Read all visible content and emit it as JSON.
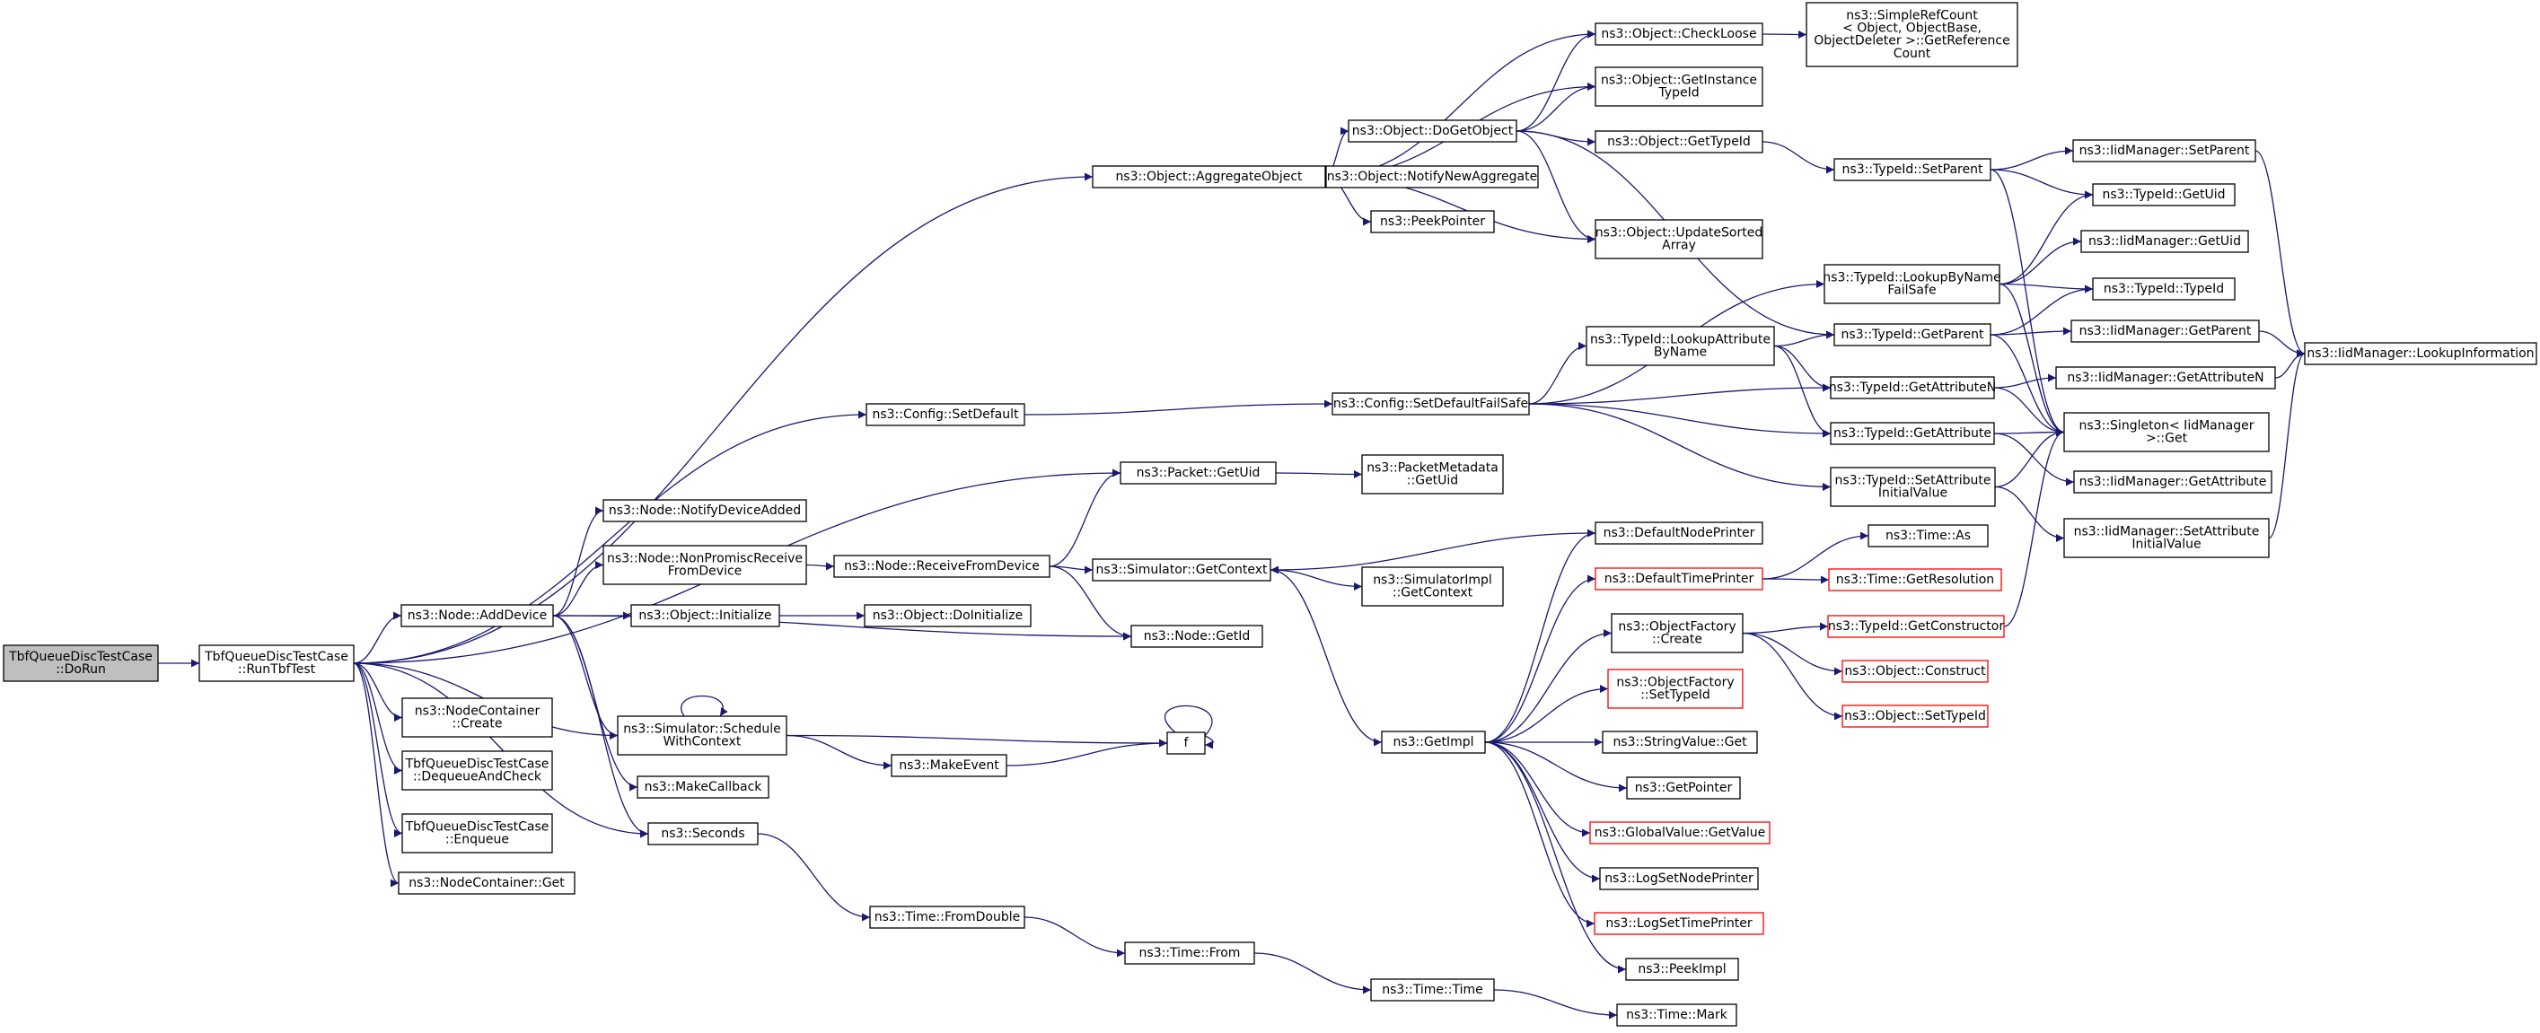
{
  "colors": {
    "edge": "#191970",
    "node_border": "#000000",
    "node_border_unresolved": "#ff0000",
    "root_fill": "#bfbfbf",
    "node_fill": "#ffffff"
  },
  "nodes": [
    {
      "id": "n0",
      "lines": [
        "TbfQueueDiscTestCase",
        "::DoRun"
      ],
      "style": "root"
    },
    {
      "id": "n1",
      "lines": [
        "TbfQueueDiscTestCase",
        "::RunTbfTest"
      ]
    },
    {
      "id": "n2",
      "lines": [
        "ns3::Object::AggregateObject"
      ]
    },
    {
      "id": "n3",
      "lines": [
        "ns3::Object::CheckLoose"
      ]
    },
    {
      "id": "n4",
      "lines": [
        "ns3::SimpleRefCount",
        "< Object, ObjectBase,",
        "ObjectDeleter >::GetReference",
        "Count"
      ]
    },
    {
      "id": "n5",
      "lines": [
        "ns3::Object::GetInstance",
        "TypeId"
      ]
    },
    {
      "id": "n6",
      "lines": [
        "ns3::Object::DoGetObject"
      ]
    },
    {
      "id": "n7",
      "lines": [
        "ns3::Object::GetTypeId"
      ]
    },
    {
      "id": "n8",
      "lines": [
        "ns3::TypeId::SetParent"
      ]
    },
    {
      "id": "n9",
      "lines": [
        "ns3::IidManager::SetParent"
      ]
    },
    {
      "id": "n10",
      "lines": [
        "ns3::TypeId::GetUid"
      ]
    },
    {
      "id": "n11",
      "lines": [
        "ns3::Object::NotifyNewAggregate"
      ]
    },
    {
      "id": "n12",
      "lines": [
        "ns3::PeekPointer"
      ]
    },
    {
      "id": "n13",
      "lines": [
        "ns3::Object::UpdateSorted",
        "Array"
      ]
    },
    {
      "id": "n14",
      "lines": [
        "ns3::TypeId::LookupByName",
        "FailSafe"
      ]
    },
    {
      "id": "n15",
      "lines": [
        "ns3::IidManager::GetUid"
      ]
    },
    {
      "id": "n16",
      "lines": [
        "ns3::TypeId::TypeId"
      ]
    },
    {
      "id": "n17",
      "lines": [
        "ns3::TypeId::LookupAttribute",
        "ByName"
      ]
    },
    {
      "id": "n18",
      "lines": [
        "ns3::TypeId::GetParent"
      ]
    },
    {
      "id": "n19",
      "lines": [
        "ns3::IidManager::GetParent"
      ]
    },
    {
      "id": "n20",
      "lines": [
        "ns3::IidManager::LookupInformation"
      ]
    },
    {
      "id": "n21",
      "lines": [
        "ns3::Config::SetDefault"
      ]
    },
    {
      "id": "n22",
      "lines": [
        "ns3::Config::SetDefaultFailSafe"
      ]
    },
    {
      "id": "n23",
      "lines": [
        "ns3::TypeId::GetAttributeN"
      ]
    },
    {
      "id": "n24",
      "lines": [
        "ns3::IidManager::GetAttributeN"
      ]
    },
    {
      "id": "n25",
      "lines": [
        "ns3::TypeId::GetAttribute"
      ]
    },
    {
      "id": "n26",
      "lines": [
        "ns3::Singleton< IidManager",
        ">::Get"
      ]
    },
    {
      "id": "n27",
      "lines": [
        "ns3::TypeId::SetAttribute",
        "InitialValue"
      ]
    },
    {
      "id": "n28",
      "lines": [
        "ns3::IidManager::GetAttribute"
      ]
    },
    {
      "id": "n29",
      "lines": [
        "ns3::IidManager::SetAttribute",
        "InitialValue"
      ]
    },
    {
      "id": "n30",
      "lines": [
        "ns3::Packet::GetUid"
      ]
    },
    {
      "id": "n31",
      "lines": [
        "ns3::PacketMetadata",
        "::GetUid"
      ]
    },
    {
      "id": "n32",
      "lines": [
        "ns3::Node::NotifyDeviceAdded"
      ]
    },
    {
      "id": "n33",
      "lines": [
        "ns3::Node::NonPromiscReceive",
        "FromDevice"
      ]
    },
    {
      "id": "n34",
      "lines": [
        "ns3::Node::ReceiveFromDevice"
      ]
    },
    {
      "id": "n35",
      "lines": [
        "ns3::Simulator::GetContext"
      ]
    },
    {
      "id": "n36",
      "lines": [
        "ns3::SimulatorImpl",
        "::GetContext"
      ]
    },
    {
      "id": "n37",
      "lines": [
        "ns3::DefaultNodePrinter"
      ]
    },
    {
      "id": "n38",
      "lines": [
        "ns3::DefaultTimePrinter"
      ],
      "style": "red"
    },
    {
      "id": "n39",
      "lines": [
        "ns3::Time::As"
      ]
    },
    {
      "id": "n40",
      "lines": [
        "ns3::Time::GetResolution"
      ],
      "style": "red"
    },
    {
      "id": "n41",
      "lines": [
        "ns3::Node::AddDevice"
      ]
    },
    {
      "id": "n42",
      "lines": [
        "ns3::Object::Initialize"
      ]
    },
    {
      "id": "n43",
      "lines": [
        "ns3::Object::DoInitialize"
      ]
    },
    {
      "id": "n44",
      "lines": [
        "ns3::Node::GetId"
      ]
    },
    {
      "id": "n45",
      "lines": [
        "ns3::ObjectFactory",
        "::Create"
      ]
    },
    {
      "id": "n46",
      "lines": [
        "ns3::TypeId::GetConstructor"
      ],
      "style": "red"
    },
    {
      "id": "n47",
      "lines": [
        "ns3::Object::Construct"
      ],
      "style": "red"
    },
    {
      "id": "n48",
      "lines": [
        "ns3::Object::SetTypeId"
      ],
      "style": "red"
    },
    {
      "id": "n49",
      "lines": [
        "ns3::NodeContainer",
        "::Create"
      ]
    },
    {
      "id": "n50",
      "lines": [
        "ns3::Simulator::Schedule",
        "WithContext"
      ]
    },
    {
      "id": "n51",
      "lines": [
        "f"
      ]
    },
    {
      "id": "n52",
      "lines": [
        "ns3::MakeEvent"
      ]
    },
    {
      "id": "n53",
      "lines": [
        "ns3::ObjectFactory",
        "::SetTypeId"
      ],
      "style": "red"
    },
    {
      "id": "n54",
      "lines": [
        "ns3::GetImpl"
      ]
    },
    {
      "id": "n55",
      "lines": [
        "ns3::StringValue::Get"
      ]
    },
    {
      "id": "n56",
      "lines": [
        "TbfQueueDiscTestCase",
        "::DequeueAndCheck"
      ]
    },
    {
      "id": "n57",
      "lines": [
        "ns3::MakeCallback"
      ]
    },
    {
      "id": "n58",
      "lines": [
        "ns3::GetPointer"
      ]
    },
    {
      "id": "n59",
      "lines": [
        "TbfQueueDiscTestCase",
        "::Enqueue"
      ]
    },
    {
      "id": "n60",
      "lines": [
        "ns3::Seconds"
      ]
    },
    {
      "id": "n61",
      "lines": [
        "ns3::GlobalValue::GetValue"
      ],
      "style": "red"
    },
    {
      "id": "n62",
      "lines": [
        "ns3::NodeContainer::Get"
      ]
    },
    {
      "id": "n63",
      "lines": [
        "ns3::LogSetNodePrinter"
      ]
    },
    {
      "id": "n64",
      "lines": [
        "ns3::LogSetTimePrinter"
      ],
      "style": "red"
    },
    {
      "id": "n65",
      "lines": [
        "ns3::Time::FromDouble"
      ]
    },
    {
      "id": "n66",
      "lines": [
        "ns3::Time::From"
      ]
    },
    {
      "id": "n67",
      "lines": [
        "ns3::PeekImpl"
      ]
    },
    {
      "id": "n68",
      "lines": [
        "ns3::Time::Time"
      ]
    },
    {
      "id": "n69",
      "lines": [
        "ns3::Time::Mark"
      ]
    }
  ],
  "edges": [
    [
      "n0",
      "n1"
    ],
    [
      "n1",
      "n2"
    ],
    [
      "n1",
      "n21"
    ],
    [
      "n1",
      "n30"
    ],
    [
      "n1",
      "n41"
    ],
    [
      "n1",
      "n49"
    ],
    [
      "n1",
      "n56"
    ],
    [
      "n1",
      "n59"
    ],
    [
      "n1",
      "n62"
    ],
    [
      "n1",
      "n60"
    ],
    [
      "n1",
      "n50"
    ],
    [
      "n2",
      "n3"
    ],
    [
      "n2",
      "n5"
    ],
    [
      "n2",
      "n6"
    ],
    [
      "n2",
      "n11"
    ],
    [
      "n2",
      "n12"
    ],
    [
      "n2",
      "n13"
    ],
    [
      "n3",
      "n4"
    ],
    [
      "n6",
      "n3"
    ],
    [
      "n6",
      "n5"
    ],
    [
      "n6",
      "n7"
    ],
    [
      "n6",
      "n13"
    ],
    [
      "n6",
      "n18"
    ],
    [
      "n7",
      "n8"
    ],
    [
      "n8",
      "n9"
    ],
    [
      "n8",
      "n10"
    ],
    [
      "n8",
      "n26"
    ],
    [
      "n9",
      "n20"
    ],
    [
      "n21",
      "n22"
    ],
    [
      "n22",
      "n14"
    ],
    [
      "n22",
      "n17"
    ],
    [
      "n22",
      "n23"
    ],
    [
      "n22",
      "n25"
    ],
    [
      "n22",
      "n27"
    ],
    [
      "n14",
      "n10"
    ],
    [
      "n14",
      "n15"
    ],
    [
      "n14",
      "n16"
    ],
    [
      "n14",
      "n26"
    ],
    [
      "n17",
      "n18"
    ],
    [
      "n17",
      "n23"
    ],
    [
      "n17",
      "n25"
    ],
    [
      "n18",
      "n16"
    ],
    [
      "n18",
      "n19"
    ],
    [
      "n18",
      "n26"
    ],
    [
      "n19",
      "n20"
    ],
    [
      "n23",
      "n24"
    ],
    [
      "n23",
      "n26"
    ],
    [
      "n24",
      "n20"
    ],
    [
      "n25",
      "n26"
    ],
    [
      "n25",
      "n28"
    ],
    [
      "n27",
      "n26"
    ],
    [
      "n27",
      "n29"
    ],
    [
      "n29",
      "n20"
    ],
    [
      "n30",
      "n31"
    ],
    [
      "n41",
      "n32"
    ],
    [
      "n41",
      "n33"
    ],
    [
      "n41",
      "n42"
    ],
    [
      "n41",
      "n44"
    ],
    [
      "n41",
      "n50"
    ],
    [
      "n41",
      "n57"
    ],
    [
      "n41",
      "n60"
    ],
    [
      "n33",
      "n34"
    ],
    [
      "n34",
      "n30"
    ],
    [
      "n34",
      "n35"
    ],
    [
      "n34",
      "n44"
    ],
    [
      "n35",
      "n36"
    ],
    [
      "n35",
      "n54"
    ],
    [
      "n42",
      "n43"
    ],
    [
      "n50",
      "n50"
    ],
    [
      "n50",
      "n51"
    ],
    [
      "n50",
      "n52"
    ],
    [
      "n51",
      "n51"
    ],
    [
      "n52",
      "n51"
    ],
    [
      "n54",
      "n37"
    ],
    [
      "n54",
      "n38"
    ],
    [
      "n54",
      "n45"
    ],
    [
      "n54",
      "n53"
    ],
    [
      "n54",
      "n55"
    ],
    [
      "n54",
      "n58"
    ],
    [
      "n54",
      "n61"
    ],
    [
      "n54",
      "n63"
    ],
    [
      "n54",
      "n64"
    ],
    [
      "n54",
      "n67"
    ],
    [
      "n37",
      "n35"
    ],
    [
      "n38",
      "n39"
    ],
    [
      "n38",
      "n40"
    ],
    [
      "n45",
      "n46"
    ],
    [
      "n45",
      "n47"
    ],
    [
      "n45",
      "n48"
    ],
    [
      "n46",
      "n26"
    ],
    [
      "n60",
      "n65"
    ],
    [
      "n65",
      "n66"
    ],
    [
      "n66",
      "n68"
    ],
    [
      "n68",
      "n69"
    ]
  ]
}
